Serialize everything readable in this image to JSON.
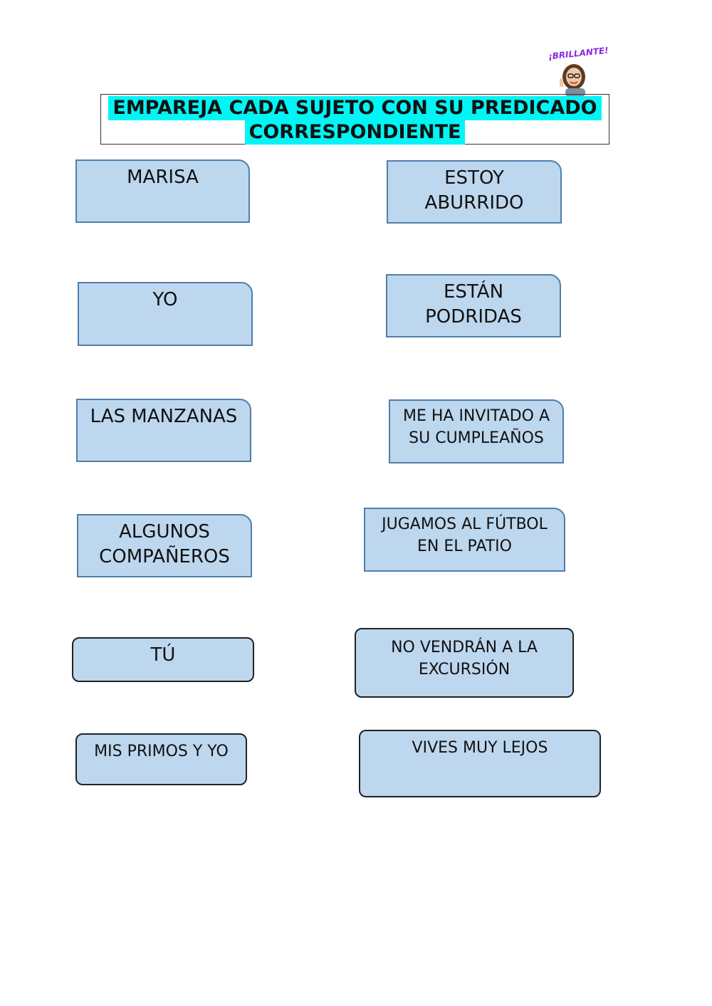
{
  "sticker": {
    "label": "¡BRILLANTE!"
  },
  "title": {
    "line1": "EMPAREJA CADA SUJETO CON SU PREDICADO",
    "line2": "CORRESPONDIENTE"
  },
  "subjects": [
    {
      "lines": [
        "MARISA"
      ]
    },
    {
      "lines": [
        "YO"
      ]
    },
    {
      "lines": [
        "LAS MANZANAS"
      ]
    },
    {
      "lines": [
        "ALGUNOS",
        "COMPAÑEROS"
      ]
    },
    {
      "lines": [
        "TÚ"
      ]
    },
    {
      "lines": [
        "MIS PRIMOS Y YO"
      ]
    }
  ],
  "predicates": [
    {
      "lines": [
        "ESTOY",
        "ABURRIDO"
      ]
    },
    {
      "lines": [
        "ESTÁN",
        "PODRIDAS"
      ]
    },
    {
      "lines": [
        "ME HA INVITADO A",
        "SU CUMPLEAÑOS"
      ]
    },
    {
      "lines": [
        "JUGAMOS AL FÚTBOL",
        "EN EL PATIO"
      ]
    },
    {
      "lines": [
        "NO VENDRÁN A LA",
        "EXCURSIÓN"
      ]
    },
    {
      "lines": [
        "VIVES MUY LEJOS"
      ]
    }
  ]
}
